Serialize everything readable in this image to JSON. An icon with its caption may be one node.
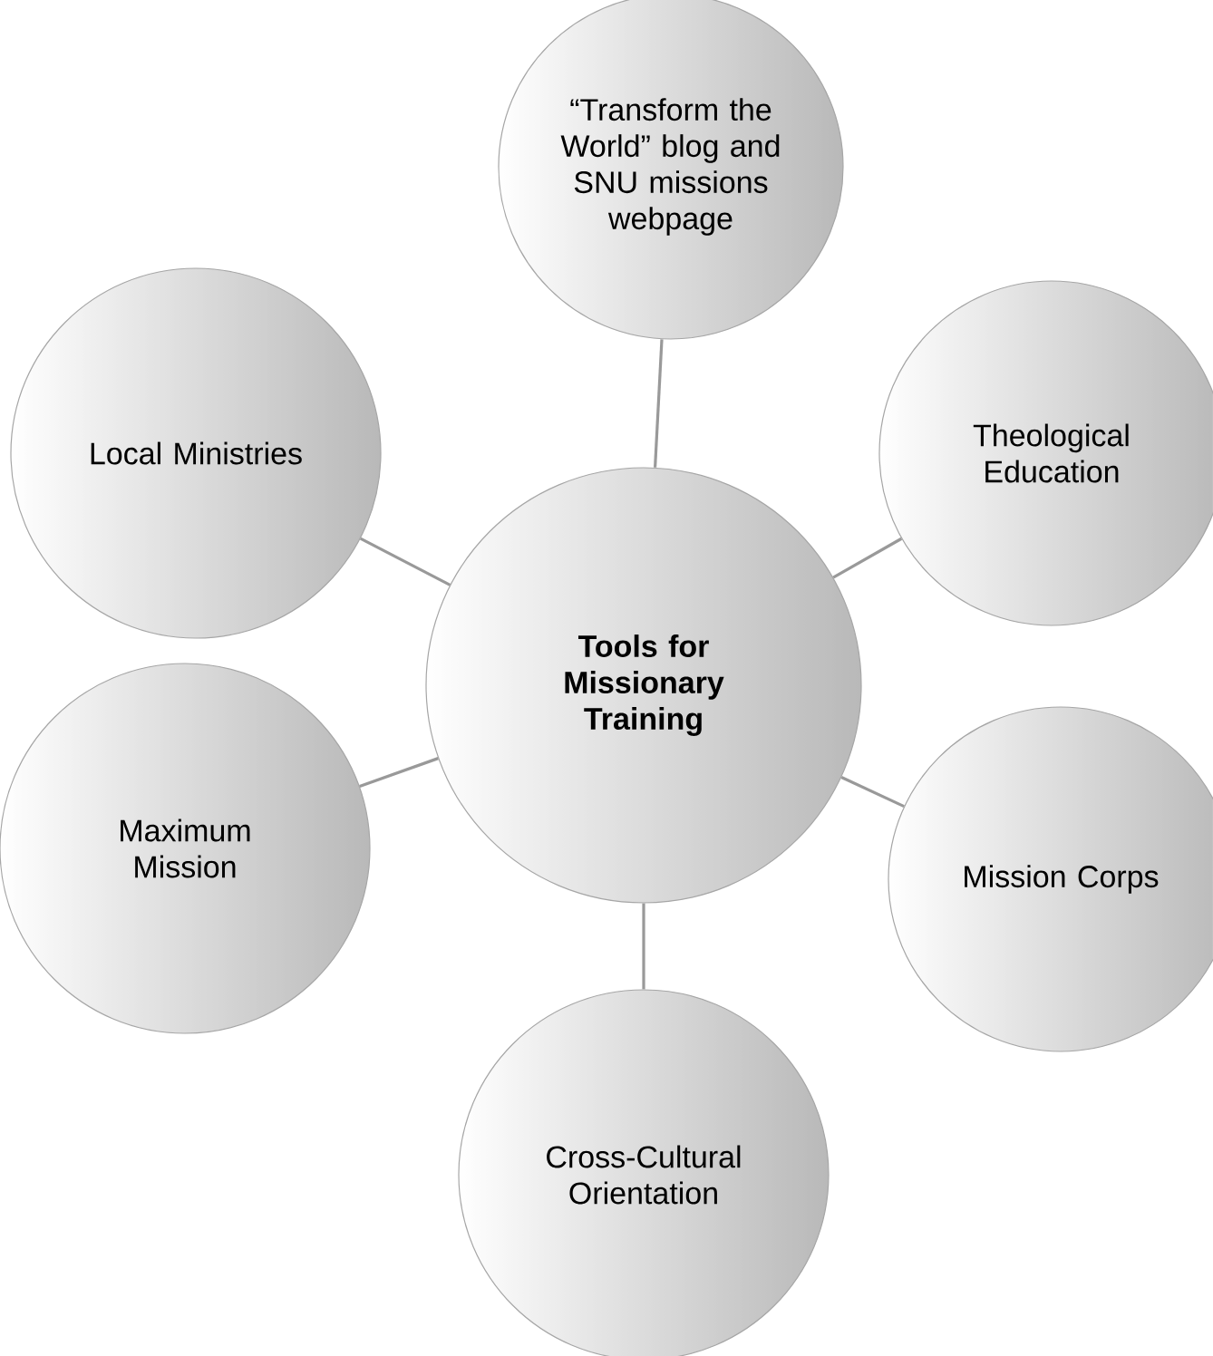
{
  "diagram": {
    "nodes": [
      {
        "text": [
          "“Transform the World” blog and SNU missions webpage"
        ]
      },
      {
        "text": [
          "Local Ministries"
        ]
      },
      {
        "text": [
          "Theological Education"
        ]
      },
      {
        "text": [
          "**Tools for Missionary Training**"
        ]
      },
      {
        "text": [
          "Maximum Mission"
        ]
      },
      {
        "text": [
          "Mission Corps"
        ]
      },
      {
        "text": [
          "Cross-Cultural Orientation"
        ]
      }
    ],
    "edges": [
      {
        "from": 3,
        "to": 0,
        "arrow": "none"
      },
      {
        "from": 3,
        "to": 1,
        "arrow": "none"
      },
      {
        "from": 3,
        "to": 2,
        "arrow": "none"
      },
      {
        "from": 3,
        "to": 4,
        "arrow": "none"
      },
      {
        "from": 3,
        "to": 5,
        "arrow": "none"
      },
      {
        "from": 3,
        "to": 6,
        "arrow": "none"
      }
    ]
  }
}
